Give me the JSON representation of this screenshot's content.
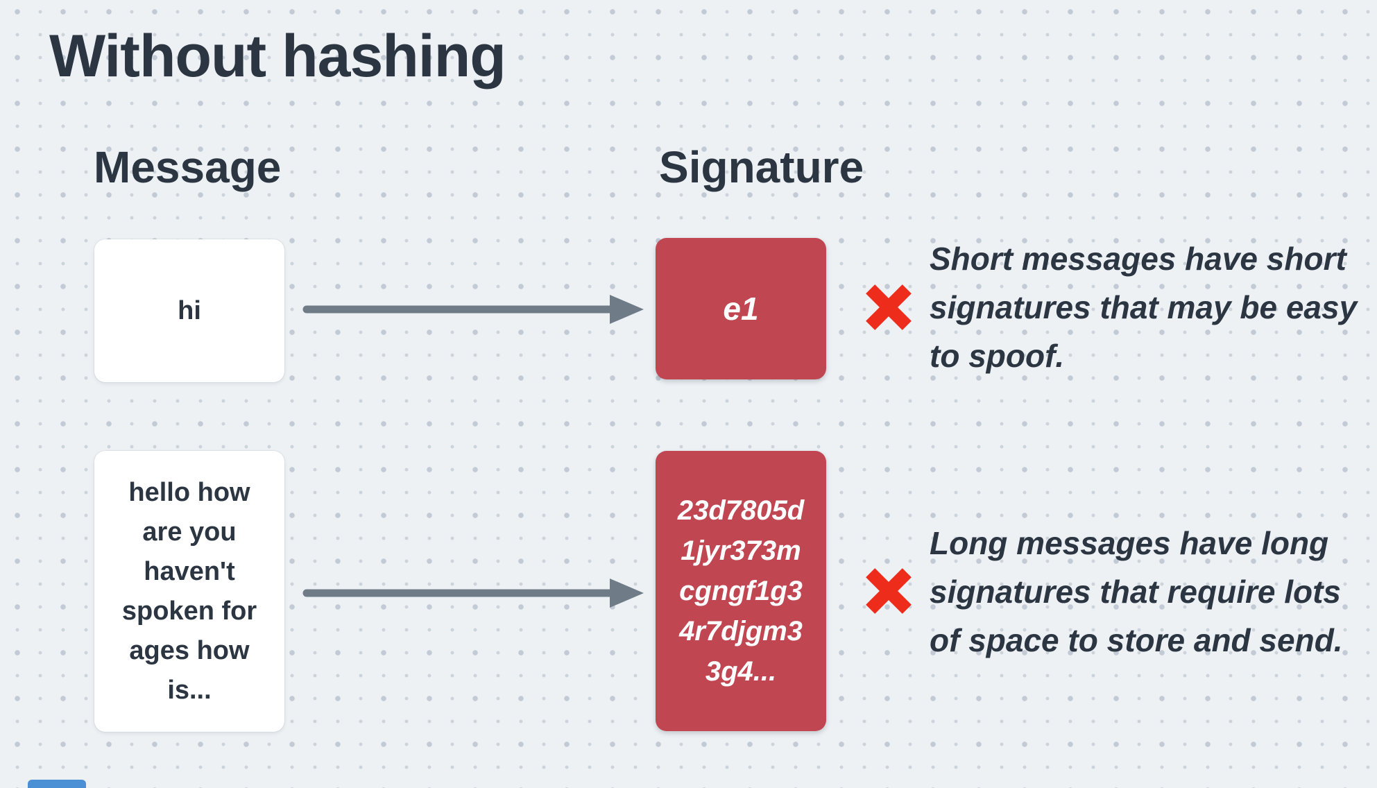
{
  "title": "Without hashing",
  "headers": {
    "message": "Message",
    "signature": "Signature"
  },
  "rows": [
    {
      "message_lines": [
        "hi"
      ],
      "signature_lines": [
        "e1"
      ],
      "note_lines": [
        "Short messages have short",
        "signatures that may be easy",
        "to spoof."
      ]
    },
    {
      "message_lines": [
        "hello how",
        "are you",
        "haven't",
        "spoken for",
        "ages how",
        "is..."
      ],
      "signature_lines": [
        "23d7805d",
        "1jyr373m",
        "cgngf1g3",
        "4r7djgm3",
        "3g4..."
      ],
      "note_lines": [
        "Long messages have long",
        "signatures that require lots",
        "of space to store and send."
      ]
    }
  ],
  "icons": {
    "arrow": "right-arrow-icon",
    "cross": "red-cross-icon"
  },
  "colors": {
    "background": "#edf1f4",
    "dot_large": "#c1cad5",
    "dot_small": "#cdd3db",
    "text_dark": "#2b3642",
    "message_box": "#ffffff",
    "signature_box": "#c04651",
    "signature_text": "#ffffff",
    "arrow": "#6f7c88",
    "cross": "#ee2c1c",
    "partial_bottom_box": "#4b8fd5"
  }
}
